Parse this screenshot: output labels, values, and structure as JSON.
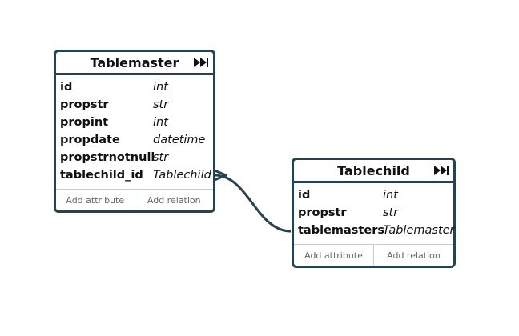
{
  "entities": [
    {
      "title": "Tablemaster",
      "attributes": [
        {
          "name": "id",
          "type": "int"
        },
        {
          "name": "propstr",
          "type": "str"
        },
        {
          "name": "propint",
          "type": "int"
        },
        {
          "name": "propdate",
          "type": "datetime"
        },
        {
          "name": "propstrnotnull",
          "type": "str"
        },
        {
          "name": "tablechild_id",
          "type": "Tablechild"
        }
      ],
      "add_attribute_label": "Add attribute",
      "add_relation_label": "Add relation"
    },
    {
      "title": "Tablechild",
      "attributes": [
        {
          "name": "id",
          "type": "int"
        },
        {
          "name": "propstr",
          "type": "str"
        },
        {
          "name": "tablemasters",
          "type": "Tablemaster"
        }
      ],
      "add_attribute_label": "Add attribute",
      "add_relation_label": "Add relation"
    }
  ],
  "colors": {
    "border": "#28414f",
    "footer_text": "#666666"
  },
  "icons": {
    "expand": "fast-forward-icon"
  }
}
